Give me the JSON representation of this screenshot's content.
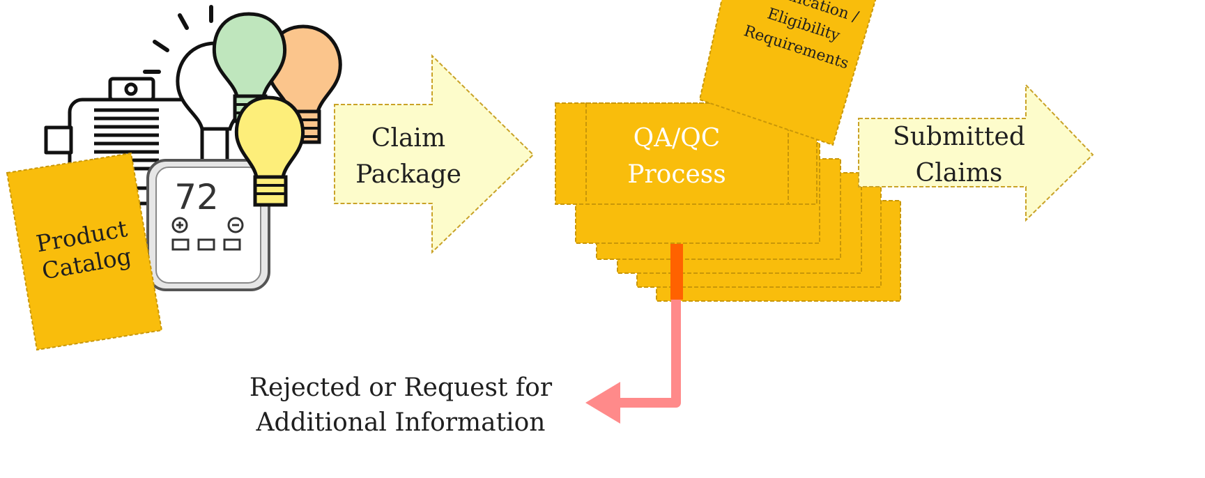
{
  "product_catalog": {
    "line1": "Product",
    "line2": "Catalog"
  },
  "thermostat": {
    "reading": "72"
  },
  "claim_package": {
    "line1": "Claim",
    "line2": "Package"
  },
  "qaqc": {
    "line1": "QA/QC",
    "line2": "Process"
  },
  "requirements": {
    "line1": "Verification /",
    "line2": "Eligibility",
    "line3": "Requirements"
  },
  "submitted": {
    "line1": "Submitted",
    "line2": "Claims"
  },
  "rejected": {
    "line1": "Rejected or Request for",
    "line2": "Additional Information"
  },
  "colors": {
    "gold": "#f9bd0c",
    "gold_border": "#c99708",
    "arrow_fill": "#fdfccb",
    "arrow_border": "#c9a227",
    "reject_arrow": "#ff8a8a",
    "orange_line": "#ff6200"
  }
}
